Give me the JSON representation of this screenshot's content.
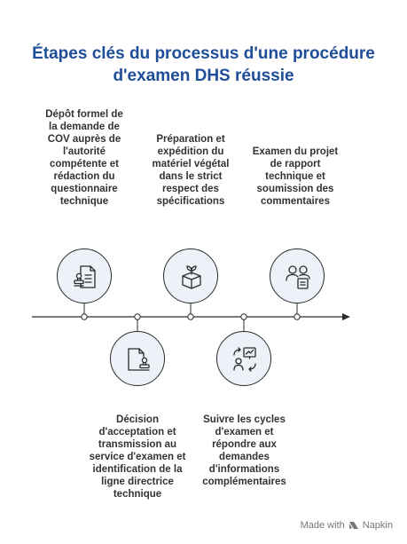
{
  "title": {
    "line1": "Étapes clés du processus d'une procédure",
    "line2": "d'examen DHS réussie"
  },
  "steps": [
    {
      "text": "Dépôt formel de\nla demande de\nCOV  auprès de\nl'autorité\ncompétente et\nrédaction du\nquestionnaire\ntechnique",
      "icon": "document-stamp-icon"
    },
    {
      "text": "Décision\nd'acceptation et\ntransmission au\nservice d'examen et\nidentification de la\nligne directrice\ntechnique",
      "icon": "file-stamp-icon"
    },
    {
      "text": "Préparation et\nexpédition du\nmatériel végétal\ndans le strict\nrespect des\nspécifications",
      "icon": "plant-box-icon"
    },
    {
      "text": "Suivre les cycles\nd'examen et\nrépondre aux\ndemandes\nd'informations\ncomplémentaires",
      "icon": "presentation-cycle-icon"
    },
    {
      "text": "Examen du projet\nde rapport\ntechnique et\nsoumission des\ncommentaires",
      "icon": "users-review-icon"
    }
  ],
  "footer": {
    "made_with": "Made with",
    "brand": "Napkin"
  },
  "colors": {
    "title": "#1f4e99",
    "circle_fill": "#edf1f8",
    "line": "#2b2b2b"
  }
}
